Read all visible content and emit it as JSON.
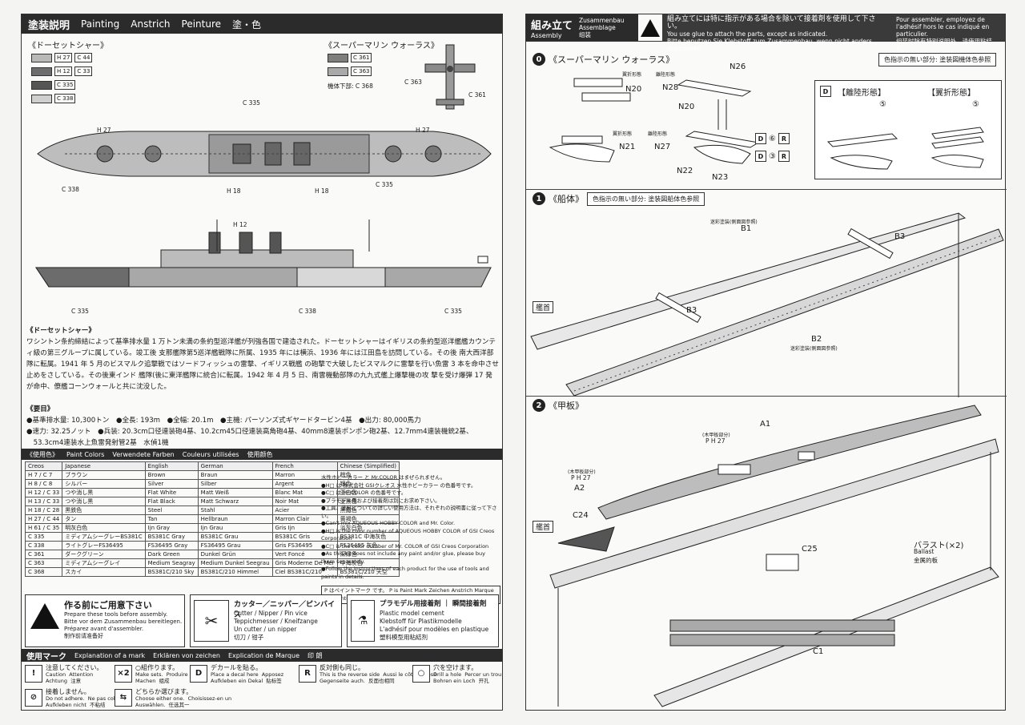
{
  "left": {
    "header": {
      "jp": "塗装説明",
      "en": "Painting",
      "de": "Anstrich",
      "fr": "Peinture",
      "sub": "塗・色"
    },
    "ship_title": "《ドーセットシャー》",
    "plane_title": "《スーパーマリン ウォーラス》",
    "ship_swatches": [
      {
        "color": "#b9b9b9",
        "code1": "H 27",
        "code2": "C 44"
      },
      {
        "color": "#6d6d6d",
        "code1": "H 12",
        "code2": "C 33"
      },
      {
        "color": "#555555",
        "code1": "C 335",
        "code2": ""
      },
      {
        "color": "#cfcfcf",
        "code1": "C 338",
        "code2": ""
      }
    ],
    "plane_swatches": [
      {
        "color": "#7e7e7e",
        "code": "C 361"
      },
      {
        "color": "#a9a9a9",
        "code": "C 363"
      }
    ],
    "plane_under": "機体下部: C 368",
    "callouts": {
      "c335": "C 335",
      "h27": "H 27",
      "c338": "C 338",
      "h18": "H 18",
      "h12": "H 12",
      "c363": "C 363",
      "c361": "C 361"
    },
    "desc_title": "《ドーセットシャー》",
    "desc_text": "ワシントン条約締結によって基準排水量 1 万トン未満の条約型巡洋艦が列強各国で建造された。ドーセットシャーはイギリスの条約型巡洋艦艦カウンティ級の第三グループに属している。竣工後 支那艦隊第5巡洋艦戦隊に所属、1935 年には横浜、1936 年には江田島を訪問している。その後 南大西洋部隊に転属。1941 年 5 月のビスマルク追撃戦ではソードフィッシュの雷撃、イギリス戦艦 の砲撃で大破したビスマルクに雷撃を行い魚雷 3 本を命中させ止めをさしている。その後東インド 艦隊(後に東洋艦隊に統合)に転属。1942 年 4 月 5 日、南雲機動部隊の九九式艦上爆撃機の攻 撃を受け爆弾 17 発が命中、僚艦コーンウォールと共に沈没した。",
    "specs_title": "《要目》",
    "specs_1": "●基準排水量: 10,300トン　●全長: 193m　●全幅: 20.1m　●主機: パーソンズ式ギヤードタービン4基　●出力: 80,000馬力",
    "specs_2": "●速力: 32.25ノット　●兵装: 20.3cm口径連装砲4基、10.2cm45口径連装高角砲4基、40mm8連装ポンポン砲2基、12.7mm4連装機銃2基、",
    "specs_3": "　53.3cm4連装水上魚雷発射管2基　水偵1機",
    "colors_bar": {
      "jp": "《使用色》",
      "en": "Paint Colors",
      "de": "Verwendete Farben",
      "fr": "Couleurs utilisées",
      "cn": "使用颜色"
    },
    "table_headers": [
      "Creos",
      "Japanese",
      "English",
      "German",
      "French",
      "Chinese (Simplified)"
    ],
    "table_rows": [
      [
        "H 7 / C 7",
        "ブラウン",
        "Brown",
        "Braun",
        "Marron",
        "棕色"
      ],
      [
        "H 8 / C 8",
        "シルバー",
        "Silver",
        "Silber",
        "Argent",
        "银色"
      ],
      [
        "H 12 / C 33",
        "つや消し黒",
        "Flat White",
        "Matt Weiß",
        "Blanc Mat",
        "亚白色"
      ],
      [
        "H 13 / C 33",
        "つや消し黒",
        "Flat Black",
        "Matt Schwarz",
        "Noir Mat",
        "亚黑色"
      ],
      [
        "H 18 / C 28",
        "黒鉄色",
        "Steel",
        "Stahl",
        "Acier",
        "黑鐵色"
      ],
      [
        "H 27 / C 44",
        "タン",
        "Tan",
        "Hellbraun",
        "Marron Clair",
        "黄褐色"
      ],
      [
        "H 61 / C 35",
        "明灰白色",
        "Ijn Gray",
        "Ijn Grau",
        "Gris Ijn",
        "淡灰白色"
      ],
      [
        "C 335",
        "ミディアムシーグレーBS381C",
        "BS381C Gray",
        "BS381C Grau",
        "BS381C Gris",
        "BS381C 中海灰色"
      ],
      [
        "C 338",
        "ライトグレーFS36495",
        "FS36495 Gray",
        "FS36495 Grau",
        "Gris FS36495",
        "FS36495 灰色"
      ],
      [
        "C 361",
        "ダークグリーン",
        "Dark Green",
        "Dunkel Grün",
        "Vert Foncé",
        "深绿色"
      ],
      [
        "C 363",
        "ミディアムシーグレイ",
        "Medium Seagray",
        "Medium Dunkel Seegrau",
        "Gris Moderne De Mer",
        "中海灰色"
      ],
      [
        "C 368",
        "スカイ",
        "BS381C/210 Sky",
        "BS381C/210 Himmel",
        "Ciel BS381C/210",
        "BS381C/210 天空"
      ]
    ],
    "notes": [
      "水性ホビーカラー と Mr.COLOR はまぜられません。",
      "●H□ は 株式会社 GSIクレオス 水性ホビーカラー の色番号です。",
      "●C□ は Mr.COLOR の色番号です。",
      "●プラモデル用および接着剤は別にお求め下さい。",
      "●工具、塗料についての詳しい使用方法は、それぞれの説明書に従って下さい。",
      "●Can't mix AQUEOUS HOBBY COLOR and Mr. Color.",
      "●H□ is the color number of AQUEOUS HOBBY COLOR of GSI Creos Corporation",
      "●C□ is the color number of Mr. COLOR of GSI Creos Corporation",
      "●As this kit does not include any paint and/or glue, please buy them separately.",
      "●Follow the instructions of each product for the use of tools and paints in details."
    ],
    "legend_line": "P はペイントマーク です。 P is Paint Mark  Zeichen Anstrich  Marque De Peinture  P 是涂装的标记",
    "caution": {
      "title": "作る前にご用意下さい",
      "lines": [
        "Prepare these tools before assembly.",
        "Bitte vor dem Zusammenbau bereitlegen.",
        "Préparez avant d'assembler.",
        "制作前请准备好"
      ]
    },
    "tools": {
      "title": "カッター／ニッパー／ピンバイス",
      "lines": [
        "Cutter / Nipper / Pin vice",
        "Teppichmesser / Kneifzange",
        "Un cutter / un nipper",
        "切刀 / 钳子"
      ]
    },
    "cement": {
      "title": "プラモデル用接着剤 ｜ 瞬間接着剤",
      "lines": [
        "Plastic model cement",
        "Klebstoff für Plastikmodelle",
        "L'adhésif pour modèles en plastique",
        "塑料模型用粘結剂"
      ]
    },
    "marks_bar": {
      "jp": "使用マーク",
      "en": "Explanation of a mark",
      "de": "Erklären von zeichen",
      "fr": "Explication de Marque",
      "cn": "印 朗"
    },
    "marks": [
      {
        "icon": "!",
        "jp": "注意してください。",
        "lines": "Caution  Attention\nAchtung  注意"
      },
      {
        "icon": "×2",
        "jp": "○組作ります。",
        "lines": "Make sets.  Produire\nMachen  组成"
      },
      {
        "icon": "D",
        "jp": "デカールを貼る。",
        "lines": "Place a decal here  Apposez\nAufkleben ein Dekal  贴标签"
      },
      {
        "icon": "R",
        "jp": "反対側も同じ。",
        "lines": "This is the reverse side  Aussi le côté opposé\nGegenseite auch.  反面也相同"
      },
      {
        "icon": "○",
        "jp": "穴を空けます。",
        "lines": "Drill a hole  Percer un trou\nBohren ein Loch  开孔"
      },
      {
        "icon": "⊘",
        "jp": "接着しません。",
        "lines": "Do not adhere.  Ne pas coller\nAufkleben nicht  不粘结"
      },
      {
        "icon": "⇆",
        "jp": "どちらか選びます。",
        "lines": "Choose either one.  Choisissez-en un\nAuswählen.  任选其一"
      }
    ]
  },
  "right": {
    "header": {
      "jp": "組み立て",
      "en": "Assembly",
      "de": "Zusammenbau",
      "fr": "Assemblage",
      "cn": "组装"
    },
    "warning": {
      "jp": "組み立てには特に指示がある場合を除いて接着剤を使用して下さい。",
      "en": "You use glue to attach the parts, except as indicated.",
      "de": "Bitte benutzen Sie Klebstoff zum Zusammenbau, wenn nicht anders angegeben.",
      "fr": "Pour assembler, employez de l'adhésif hors le cas indiqué en particulier.",
      "cn": "组装时除有特别说明外，请使用粘结剂。"
    },
    "step0": {
      "num": "0",
      "title": "《スーパーマリン ウォーラス》",
      "note": "色指示の無い部分: 塗装図機体色参照",
      "labels": [
        "N26",
        "N20",
        "N28",
        "N20",
        "N21",
        "N27",
        "N22",
        "N23",
        "翼折形態",
        "離陸形態",
        "翼折形態",
        "離陸形態"
      ],
      "box_labels": [
        "【離陸形態】",
        "【翼折形態】"
      ],
      "nums": [
        "⑥",
        "③",
        "⑤",
        "⑤"
      ]
    },
    "step1": {
      "num": "1",
      "title": "《船体》",
      "note": "色指示の無い部分: 塗装図船体色参照",
      "labels": [
        "B1",
        "B3",
        "B3",
        "B2",
        "迷彩塗装(側面図参照)",
        "迷彩塗装(側面図参照)",
        "艦首"
      ]
    },
    "step2": {
      "num": "2",
      "title": "《甲板》",
      "labels": [
        "A1",
        "(木甲板部分)",
        "P H 27",
        "(木甲板部分)",
        "P H 27",
        "A2",
        "C24",
        "艦首",
        "C25",
        "バラスト(×2)",
        "Ballast",
        "金属的板",
        "C1"
      ]
    }
  }
}
